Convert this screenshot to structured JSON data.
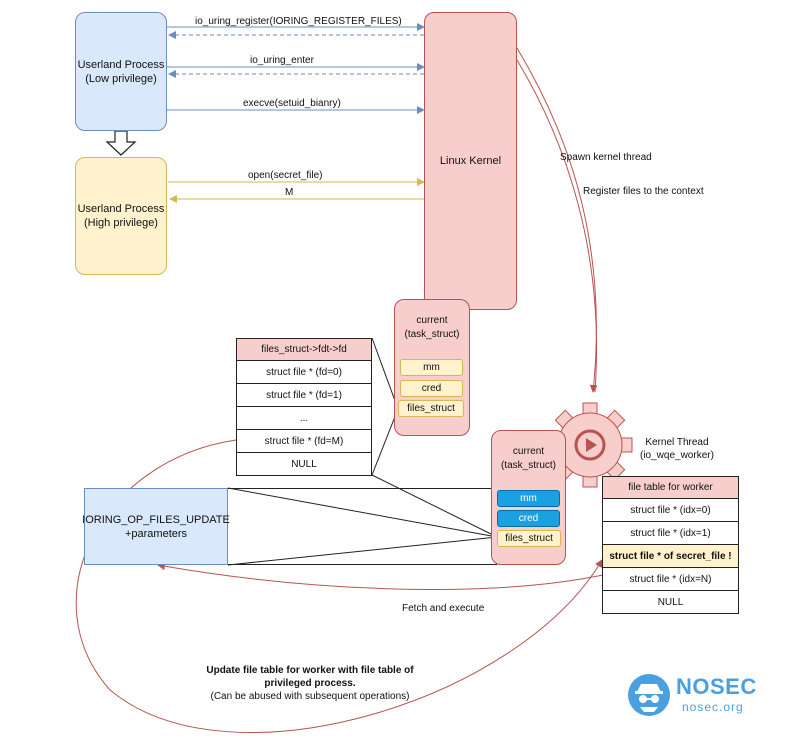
{
  "nodes": {
    "userland_low": "Userland Process\n(Low privilege)",
    "userland_high": "Userland Process\n(High privilege)",
    "kernel": "Linux Kernel",
    "current_a": {
      "title": "current\n(task_struct)",
      "fields": [
        "mm",
        "cred",
        "files_struct"
      ]
    },
    "current_b": {
      "title": "current\n(task_struct)",
      "fields": [
        "mm",
        "cred",
        "files_struct"
      ]
    },
    "op_update": "IORING_OP_FILES_UPDATE\n+parameters",
    "kernel_thread": "Kernel Thread\n(io_wqe_worker)"
  },
  "fdt_table": {
    "header": "files_struct->fdt->fd",
    "rows": [
      "struct file * (fd=0)",
      "struct file * (fd=1)",
      "...",
      "struct file * (fd=M)",
      "NULL"
    ]
  },
  "worker_table": {
    "header": "file table for worker",
    "rows": [
      "struct file * (idx=0)",
      "struct file * (idx=1)",
      "struct file * of secret_file !",
      "struct file * (idx=N)",
      "NULL"
    ],
    "highlight_index": 2
  },
  "edges": {
    "register": "io_uring_register(IORING_REGISTER_FILES)",
    "enter": "io_uring_enter",
    "execve": "execve(setuid_bianry)",
    "open": "open(secret_file)",
    "m": "M",
    "spawn": "Spawn kernel thread",
    "register_ctx": "Register files to the context",
    "fetch": "Fetch and execute"
  },
  "note": {
    "bold": "Update file table for worker with file table of\nprivileged process.",
    "normal": "(Can be abused with subsequent operations)"
  },
  "logo": {
    "name": "NOSEC",
    "domain": "nosec.org"
  },
  "colors": {
    "blue_fill": "#dae8fc",
    "blue_stroke": "#6c8ebf",
    "yellow_fill": "#fff2cc",
    "yellow_stroke": "#d6b656",
    "red_fill": "#f8cecc",
    "red_stroke": "#b85450",
    "pill_blue": "#1ba1e2",
    "logo_blue": "#4a9fe0"
  },
  "icons": {
    "arrow": "hollow-down-arrow-icon",
    "gear": "gear-play-icon",
    "logo": "nosec-spy-logo-icon"
  }
}
